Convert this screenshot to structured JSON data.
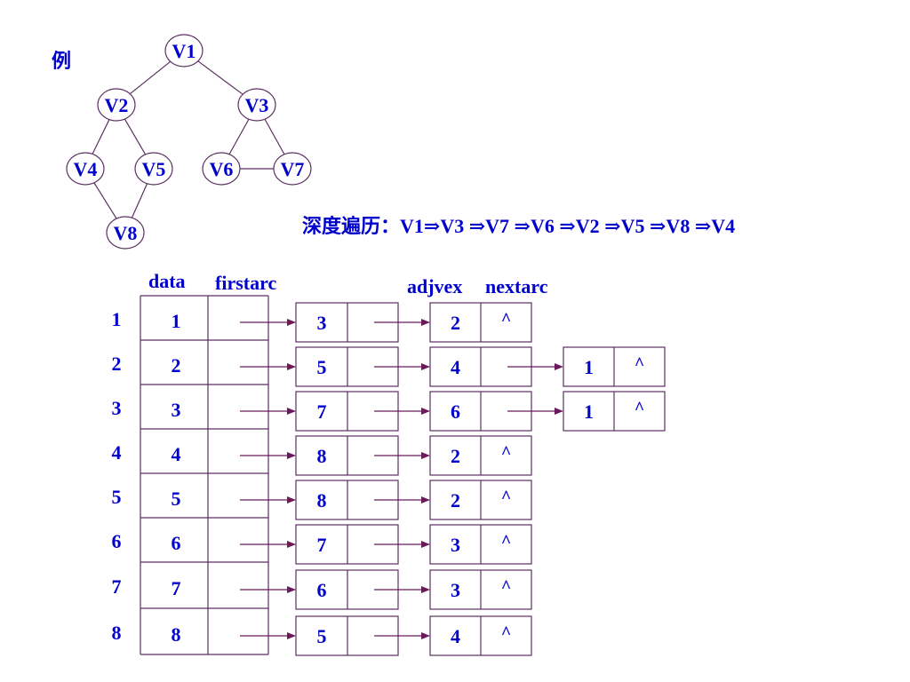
{
  "example_label": "例",
  "graph": {
    "nodes": [
      {
        "id": "v1",
        "label": "V1"
      },
      {
        "id": "v2",
        "label": "V2"
      },
      {
        "id": "v3",
        "label": "V3"
      },
      {
        "id": "v4",
        "label": "V4"
      },
      {
        "id": "v5",
        "label": "V5"
      },
      {
        "id": "v6",
        "label": "V6"
      },
      {
        "id": "v7",
        "label": "V7"
      },
      {
        "id": "v8",
        "label": "V8"
      }
    ],
    "edges": [
      [
        "v1",
        "v2"
      ],
      [
        "v1",
        "v3"
      ],
      [
        "v2",
        "v4"
      ],
      [
        "v2",
        "v5"
      ],
      [
        "v3",
        "v6"
      ],
      [
        "v3",
        "v7"
      ],
      [
        "v6",
        "v7"
      ],
      [
        "v4",
        "v8"
      ],
      [
        "v5",
        "v8"
      ]
    ]
  },
  "traversal": "深度遍历：V1⇒V3 ⇒V7 ⇒V6 ⇒V2 ⇒V5 ⇒V8 ⇒V4",
  "headers": {
    "data": "data",
    "firstarc": "firstarc",
    "adjvex": "adjvex",
    "nextarc": "nextarc"
  },
  "rows": [
    {
      "index": "1",
      "data": "1",
      "list": [
        {
          "adjvex": "3"
        },
        {
          "adjvex": "2",
          "nextarc": "^"
        }
      ]
    },
    {
      "index": "2",
      "data": "2",
      "list": [
        {
          "adjvex": "5"
        },
        {
          "adjvex": "4"
        },
        {
          "adjvex": "1",
          "nextarc": "^"
        }
      ]
    },
    {
      "index": "3",
      "data": "3",
      "list": [
        {
          "adjvex": "7"
        },
        {
          "adjvex": "6"
        },
        {
          "adjvex": "1",
          "nextarc": "^"
        }
      ]
    },
    {
      "index": "4",
      "data": "4",
      "list": [
        {
          "adjvex": "8"
        },
        {
          "adjvex": "2",
          "nextarc": "^"
        }
      ]
    },
    {
      "index": "5",
      "data": "5",
      "list": [
        {
          "adjvex": "8"
        },
        {
          "adjvex": "2",
          "nextarc": "^"
        }
      ]
    },
    {
      "index": "6",
      "data": "6",
      "list": [
        {
          "adjvex": "7"
        },
        {
          "adjvex": "3",
          "nextarc": "^"
        }
      ]
    },
    {
      "index": "7",
      "data": "7",
      "list": [
        {
          "adjvex": "6"
        },
        {
          "adjvex": "3",
          "nextarc": "^"
        }
      ]
    },
    {
      "index": "8",
      "data": "8",
      "list": [
        {
          "adjvex": "5"
        },
        {
          "adjvex": "4",
          "nextarc": "^"
        }
      ]
    }
  ]
}
